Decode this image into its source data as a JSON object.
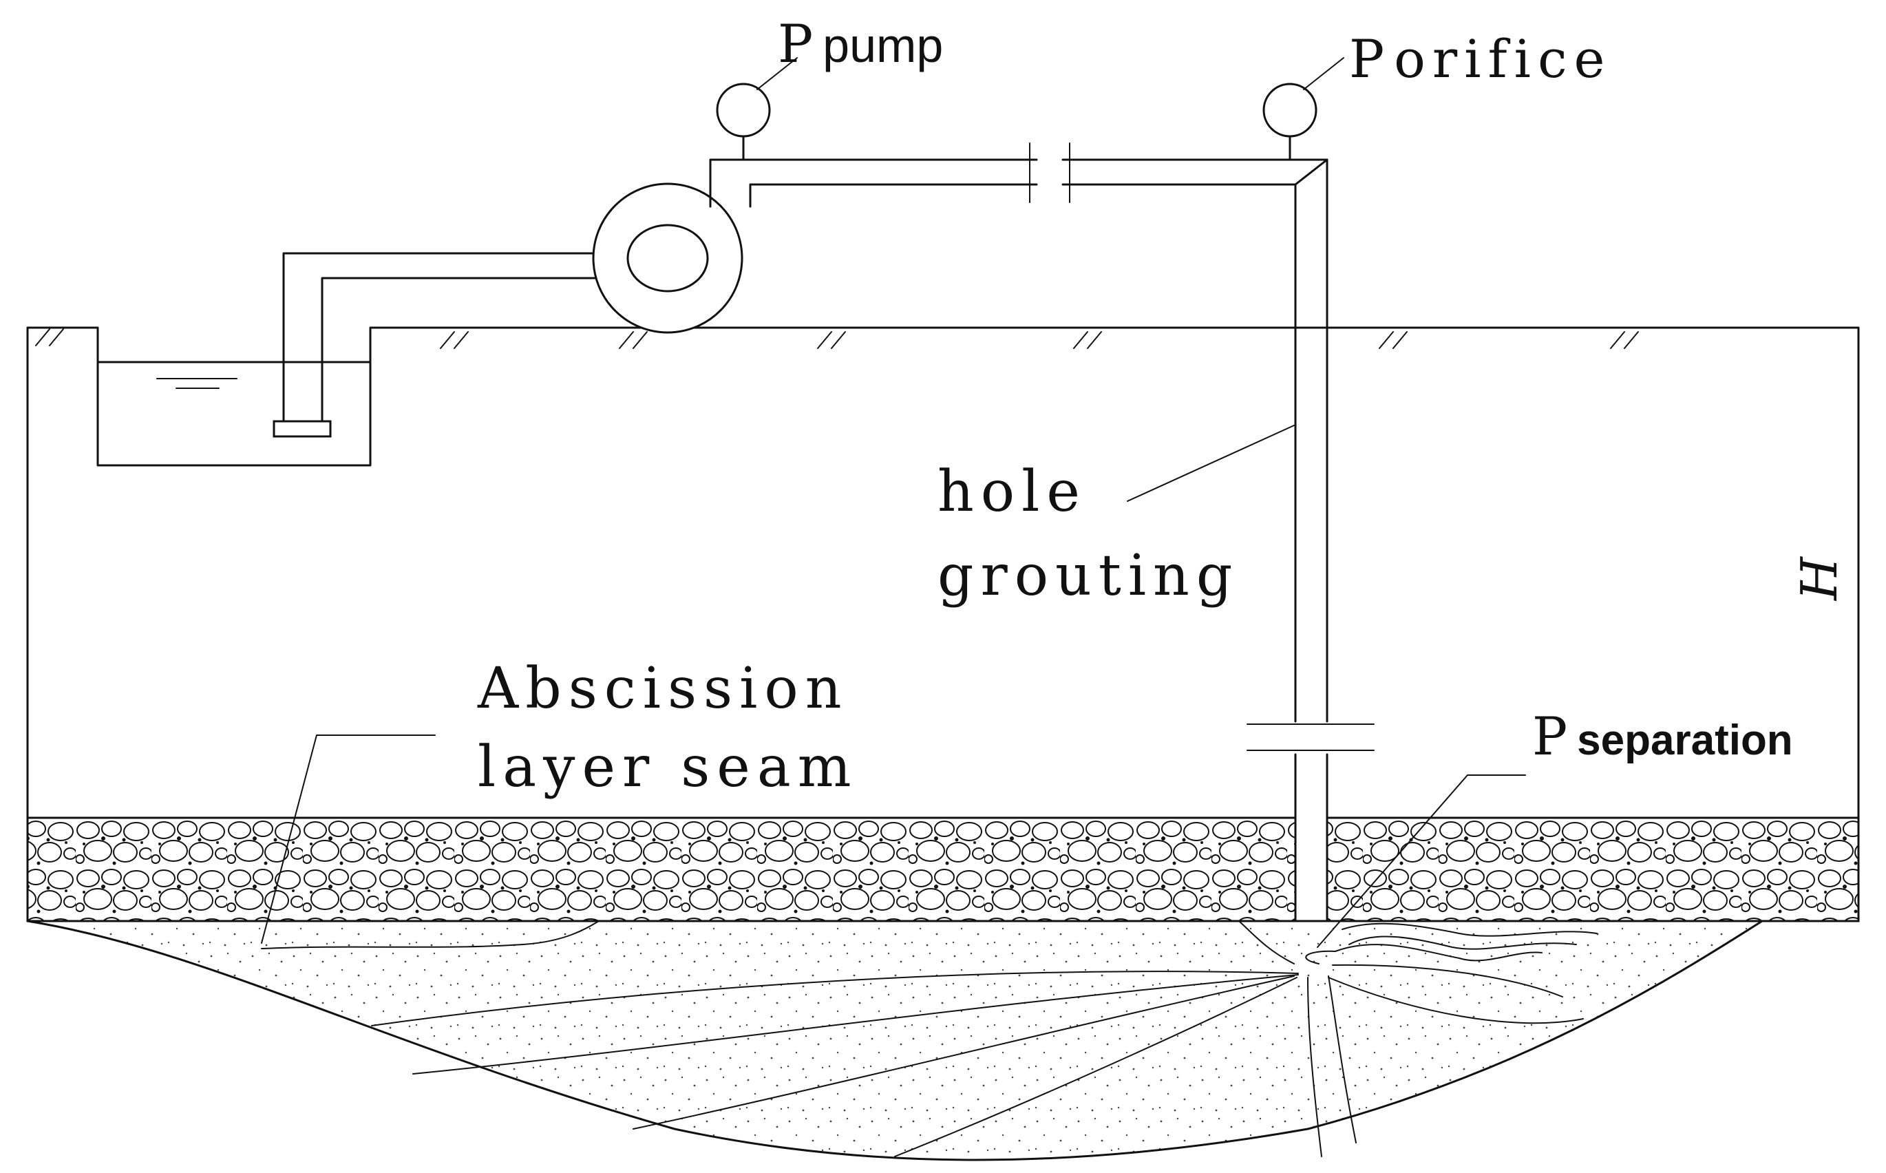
{
  "labels": {
    "p_symbol": "P",
    "pump_sub": "pump",
    "orifice_sub": "orifice",
    "separation_sub": "separation",
    "hole": "hole",
    "grouting": "grouting",
    "abscission": "Abscission",
    "layer_seam": "layer seam",
    "height": "H"
  }
}
